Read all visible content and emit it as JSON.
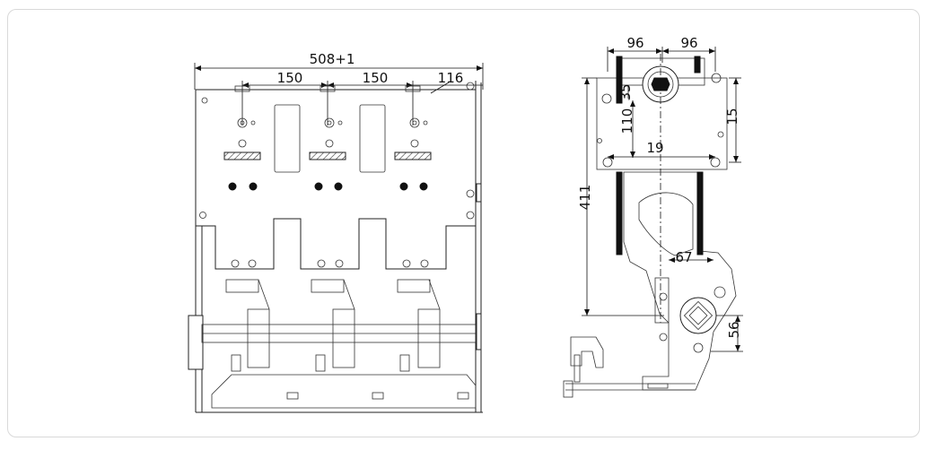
{
  "diagram": {
    "front_view": {
      "overall_width": "508+1",
      "pole_spacing_1": "150",
      "pole_spacing_2": "150",
      "edge_offset": "116"
    },
    "side_view": {
      "top_left_width": "96",
      "top_right_width": "96",
      "small_offset": "35",
      "inner_height": "110",
      "right_height": "15",
      "mid_width": "19",
      "overall_height": "411",
      "shaft_offset": "67",
      "bottom_height": "56"
    },
    "colors": {
      "line": "#222222",
      "frame_border": "#d9d9d9"
    }
  }
}
